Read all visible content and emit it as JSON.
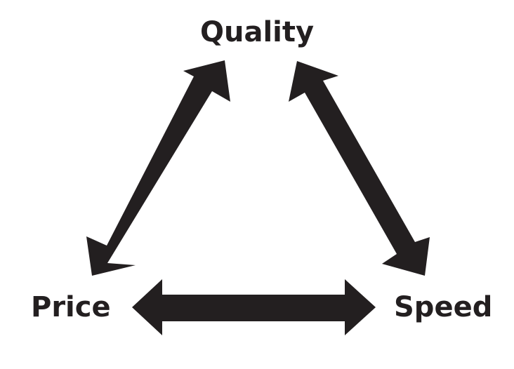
{
  "nodes": {
    "quality": "Quality",
    "price": "Price",
    "speed": "Speed"
  },
  "colors": {
    "ink": "#231f20",
    "background": "#ffffff"
  }
}
